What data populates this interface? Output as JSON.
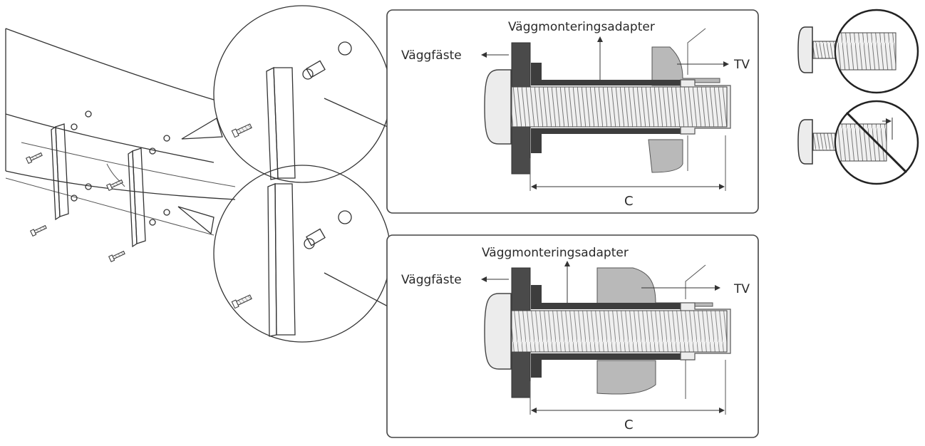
{
  "panels": [
    {
      "id": "top",
      "labels": {
        "adapter": "Väggmonteringsadapter",
        "bracket": "Väggfäste",
        "tv": "TV",
        "dimension": "C"
      }
    },
    {
      "id": "bottom",
      "labels": {
        "adapter": "Väggmonteringsadapter",
        "bracket": "Väggfäste",
        "tv": "TV",
        "dimension": "C"
      }
    }
  ],
  "colors": {
    "wall_bracket": "#4a4a4a",
    "adapter": "#3d3d3d",
    "tv_part": "#b9b9b9",
    "screw": "#e6e6e6",
    "outline": "#333333"
  },
  "icons": {
    "correct_screw": "screw-correct-icon",
    "wrong_screw": "screw-incorrect-icon"
  }
}
